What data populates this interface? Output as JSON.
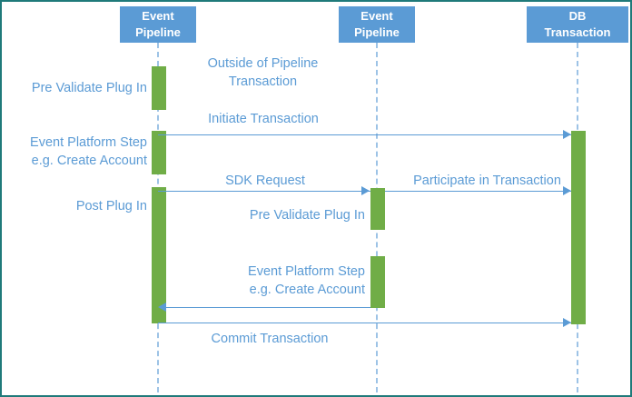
{
  "diagram": {
    "title": "Event Pipeline DB Transaction Sequence Diagram",
    "type": "sequence-diagram",
    "colors": {
      "frame_border": "#1F7A7A",
      "header_fill": "#5B9BD5",
      "header_text": "#FFFFFF",
      "activation_fill": "#70AD47",
      "arrow": "#5B9BD5",
      "label_text": "#5B9BD5",
      "lifeline": "#9DC3E6",
      "background": "#FFFFFF"
    }
  },
  "lifelines": [
    {
      "id": "pipeline-left",
      "title": "Event\nPipeline",
      "line1": "Event",
      "line2": "Pipeline"
    },
    {
      "id": "pipeline-mid",
      "title": "Event\nPipeline",
      "line1": "Event",
      "line2": "Pipeline"
    },
    {
      "id": "db-transaction",
      "title": "DB\nTransaction",
      "line1": "DB",
      "line2": "Transaction"
    }
  ],
  "labels": {
    "pre_validate_left": "Pre Validate Plug In",
    "outside_of_pipeline": "Outside of Pipeline\nTransaction",
    "event_platform_left": "Event Platform Step\ne.g. Create Account",
    "post_plug_in": "Post Plug In",
    "pre_validate_mid": "Pre Validate Plug In",
    "event_platform_mid": "Event Platform Step\ne.g. Create Account"
  },
  "messages": [
    {
      "id": "initiate-transaction",
      "text": "Initiate Transaction",
      "from": "pipeline-left",
      "to": "db-transaction",
      "direction": "right"
    },
    {
      "id": "sdk-request",
      "text": "SDK Request",
      "from": "pipeline-left",
      "to": "pipeline-mid",
      "direction": "right"
    },
    {
      "id": "participate-in-transaction",
      "text": "Participate in Transaction",
      "from": "pipeline-mid",
      "to": "db-transaction",
      "direction": "right"
    },
    {
      "id": "return-to-pipeline",
      "text": "",
      "from": "pipeline-mid",
      "to": "pipeline-left",
      "direction": "left"
    },
    {
      "id": "commit-transaction",
      "text": "Commit Transaction",
      "from": "pipeline-left",
      "to": "db-transaction",
      "direction": "right"
    }
  ]
}
